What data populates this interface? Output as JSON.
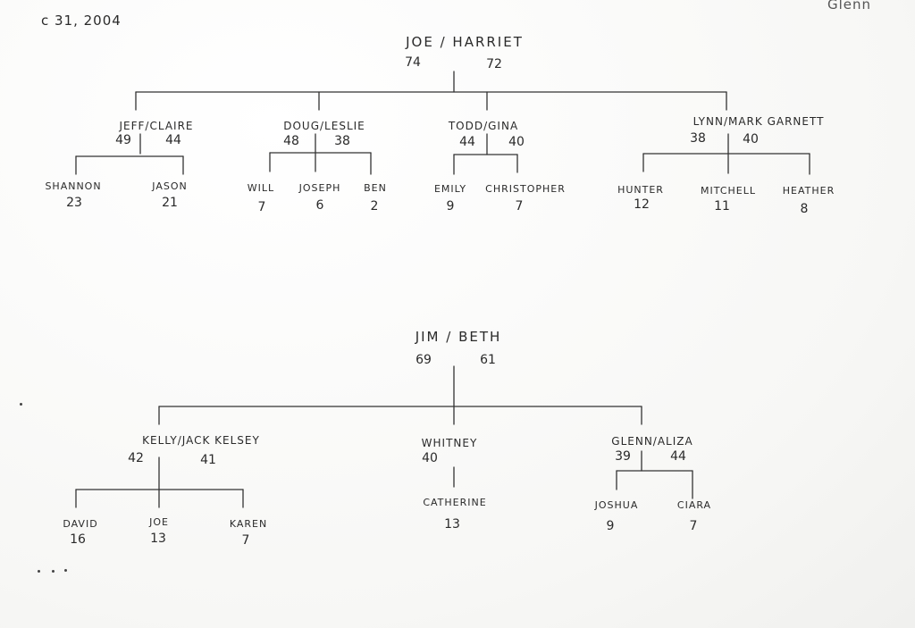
{
  "header": {
    "date": "c 31, 2004",
    "corner_name": "Glenn"
  },
  "tree1": {
    "root": {
      "couple": "JOE / HARRIET",
      "age1": "74",
      "age2": "72"
    },
    "branches": [
      {
        "couple": "JEFF/CLAIRE",
        "age1": "49",
        "age2": "44",
        "children": [
          {
            "name": "SHANNON",
            "age": "23"
          },
          {
            "name": "JASON",
            "age": "21"
          }
        ]
      },
      {
        "couple": "DOUG/LESLIE",
        "age1": "48",
        "age2": "38",
        "children": [
          {
            "name": "WILL",
            "age": "7"
          },
          {
            "name": "JOSEPH",
            "age": "6"
          },
          {
            "name": "BEN",
            "age": "2"
          }
        ]
      },
      {
        "couple": "TODD/GINA",
        "age1": "44",
        "age2": "40",
        "children": [
          {
            "name": "EMILY",
            "age": "9"
          },
          {
            "name": "CHRISTOPHER",
            "age": "7"
          }
        ]
      },
      {
        "couple": "LYNN/MARK GARNETT",
        "age1": "38",
        "age2": "40",
        "children": [
          {
            "name": "HUNTER",
            "age": "12"
          },
          {
            "name": "MITCHELL",
            "age": "11"
          },
          {
            "name": "HEATHER",
            "age": "8"
          }
        ]
      }
    ]
  },
  "tree2": {
    "root": {
      "couple": "JIM / BETH",
      "age1": "69",
      "age2": "61"
    },
    "branches": [
      {
        "couple": "KELLY/JACK KELSEY",
        "age1": "42",
        "age2": "41",
        "children": [
          {
            "name": "DAVID",
            "age": "16"
          },
          {
            "name": "JOE",
            "age": "13"
          },
          {
            "name": "KAREN",
            "age": "7"
          }
        ]
      },
      {
        "couple": "WHITNEY",
        "age1": "40",
        "children": [
          {
            "name": "CATHERINE",
            "age": "13"
          }
        ]
      },
      {
        "couple": "GLENN/ALIZA",
        "age1": "39",
        "age2": "44",
        "children": [
          {
            "name": "JOSHUA",
            "age": "9"
          },
          {
            "name": "CIARA",
            "age": "7"
          }
        ]
      }
    ]
  }
}
